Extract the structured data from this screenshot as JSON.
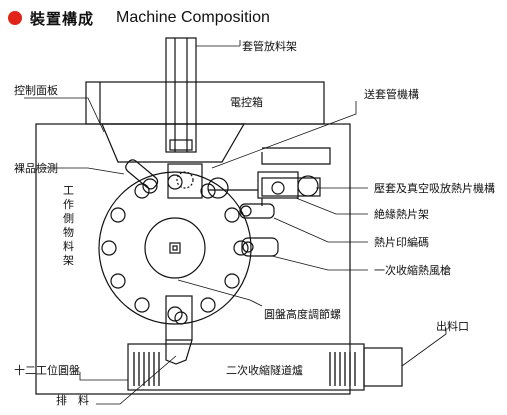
{
  "header": {
    "title_zh": "裝置構成",
    "title_en": "Machine Composition",
    "accent": "#e2231a"
  },
  "labels": {
    "sleeve_feeder": "套管放料架",
    "control_box": "電控箱",
    "control_panel": "控制面板",
    "sleeve_feed_mech": "送套管機構",
    "bare_detect": "裸品檢測",
    "workpiece_rack": "工作側物料架",
    "press_suction": "壓套及真空吸放熱片機構",
    "insulation_rack": "絶緣熱片架",
    "hot_stamp": "熱片印編碼",
    "heat_gun": "一次收縮熱風槍",
    "height_screw": "圓盤高度調節螺",
    "outlet": "出料口",
    "turntable": "十二工位圓盤",
    "tunnel": "二次收縮隧道爐",
    "discharge": "排　料"
  }
}
